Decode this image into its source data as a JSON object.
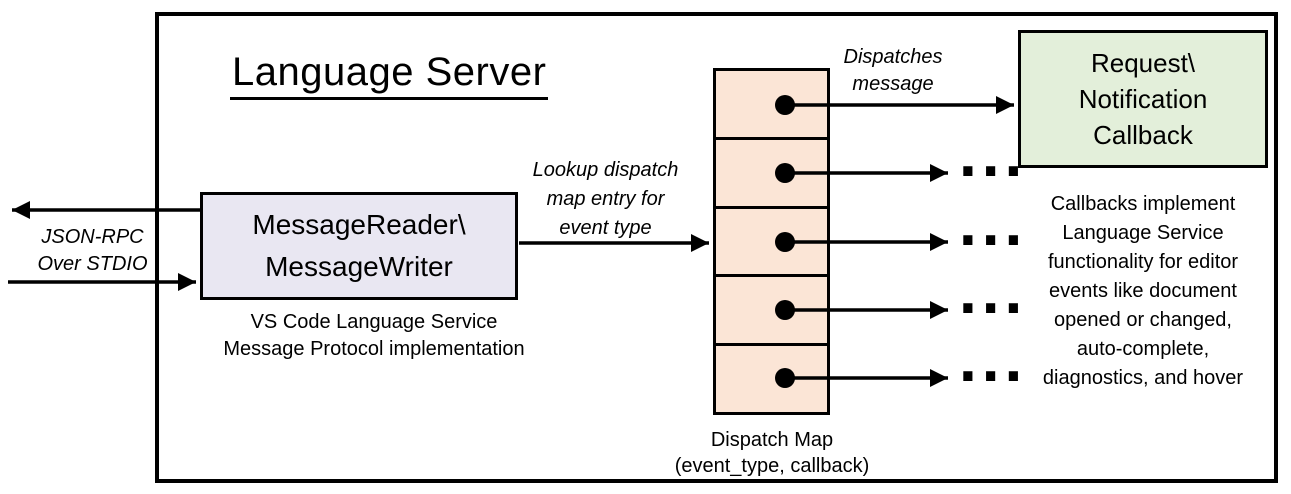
{
  "title": "Language Server",
  "stdio_label": {
    "line1": "JSON-RPC",
    "line2": "Over STDIO"
  },
  "message_reader": {
    "label_line1": "MessageReader\\",
    "label_line2": "MessageWriter",
    "caption_line1": "VS Code Language Service",
    "caption_line2": "Message Protocol implementation",
    "fill": "#e9e7f2"
  },
  "lookup_label": {
    "line1": "Lookup dispatch",
    "line2": "map entry for",
    "line3": "event type"
  },
  "dispatch_map": {
    "caption_line1": "Dispatch Map",
    "caption_line2": "(event_type, callback)",
    "fill": "#fbe5d6",
    "row_count": 5
  },
  "dispatches_label": {
    "line1": "Dispatches",
    "line2": "message"
  },
  "callback_box": {
    "label_line1": "Request\\",
    "label_line2": "Notification",
    "label_line3": "Callback",
    "fill": "#e3efda"
  },
  "callback_note_lines": [
    "Callbacks implement",
    "Language Service",
    "functionality for editor",
    "events like document",
    "opened or changed,",
    "auto-complete,",
    "diagnostics, and hover"
  ],
  "ellipsis": "...",
  "colors": {
    "border": "#000000",
    "background": "#ffffff"
  }
}
